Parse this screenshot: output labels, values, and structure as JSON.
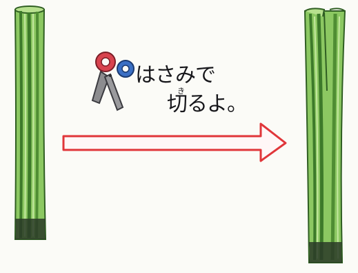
{
  "caption": {
    "line1": "はさみで",
    "line2": "切るよ。",
    "ruby": "き"
  },
  "colors": {
    "stem_light": "#9bd06c",
    "stem_mid": "#6cae47",
    "stem_dark": "#3d7a2a",
    "stem_outline": "#2f5e22",
    "stem_base": "#1d2a1c",
    "arrow": "#e0363a",
    "scissor_red": "#d8434f",
    "scissor_blue": "#3a6fc4",
    "blade": "#8c8c8f"
  }
}
